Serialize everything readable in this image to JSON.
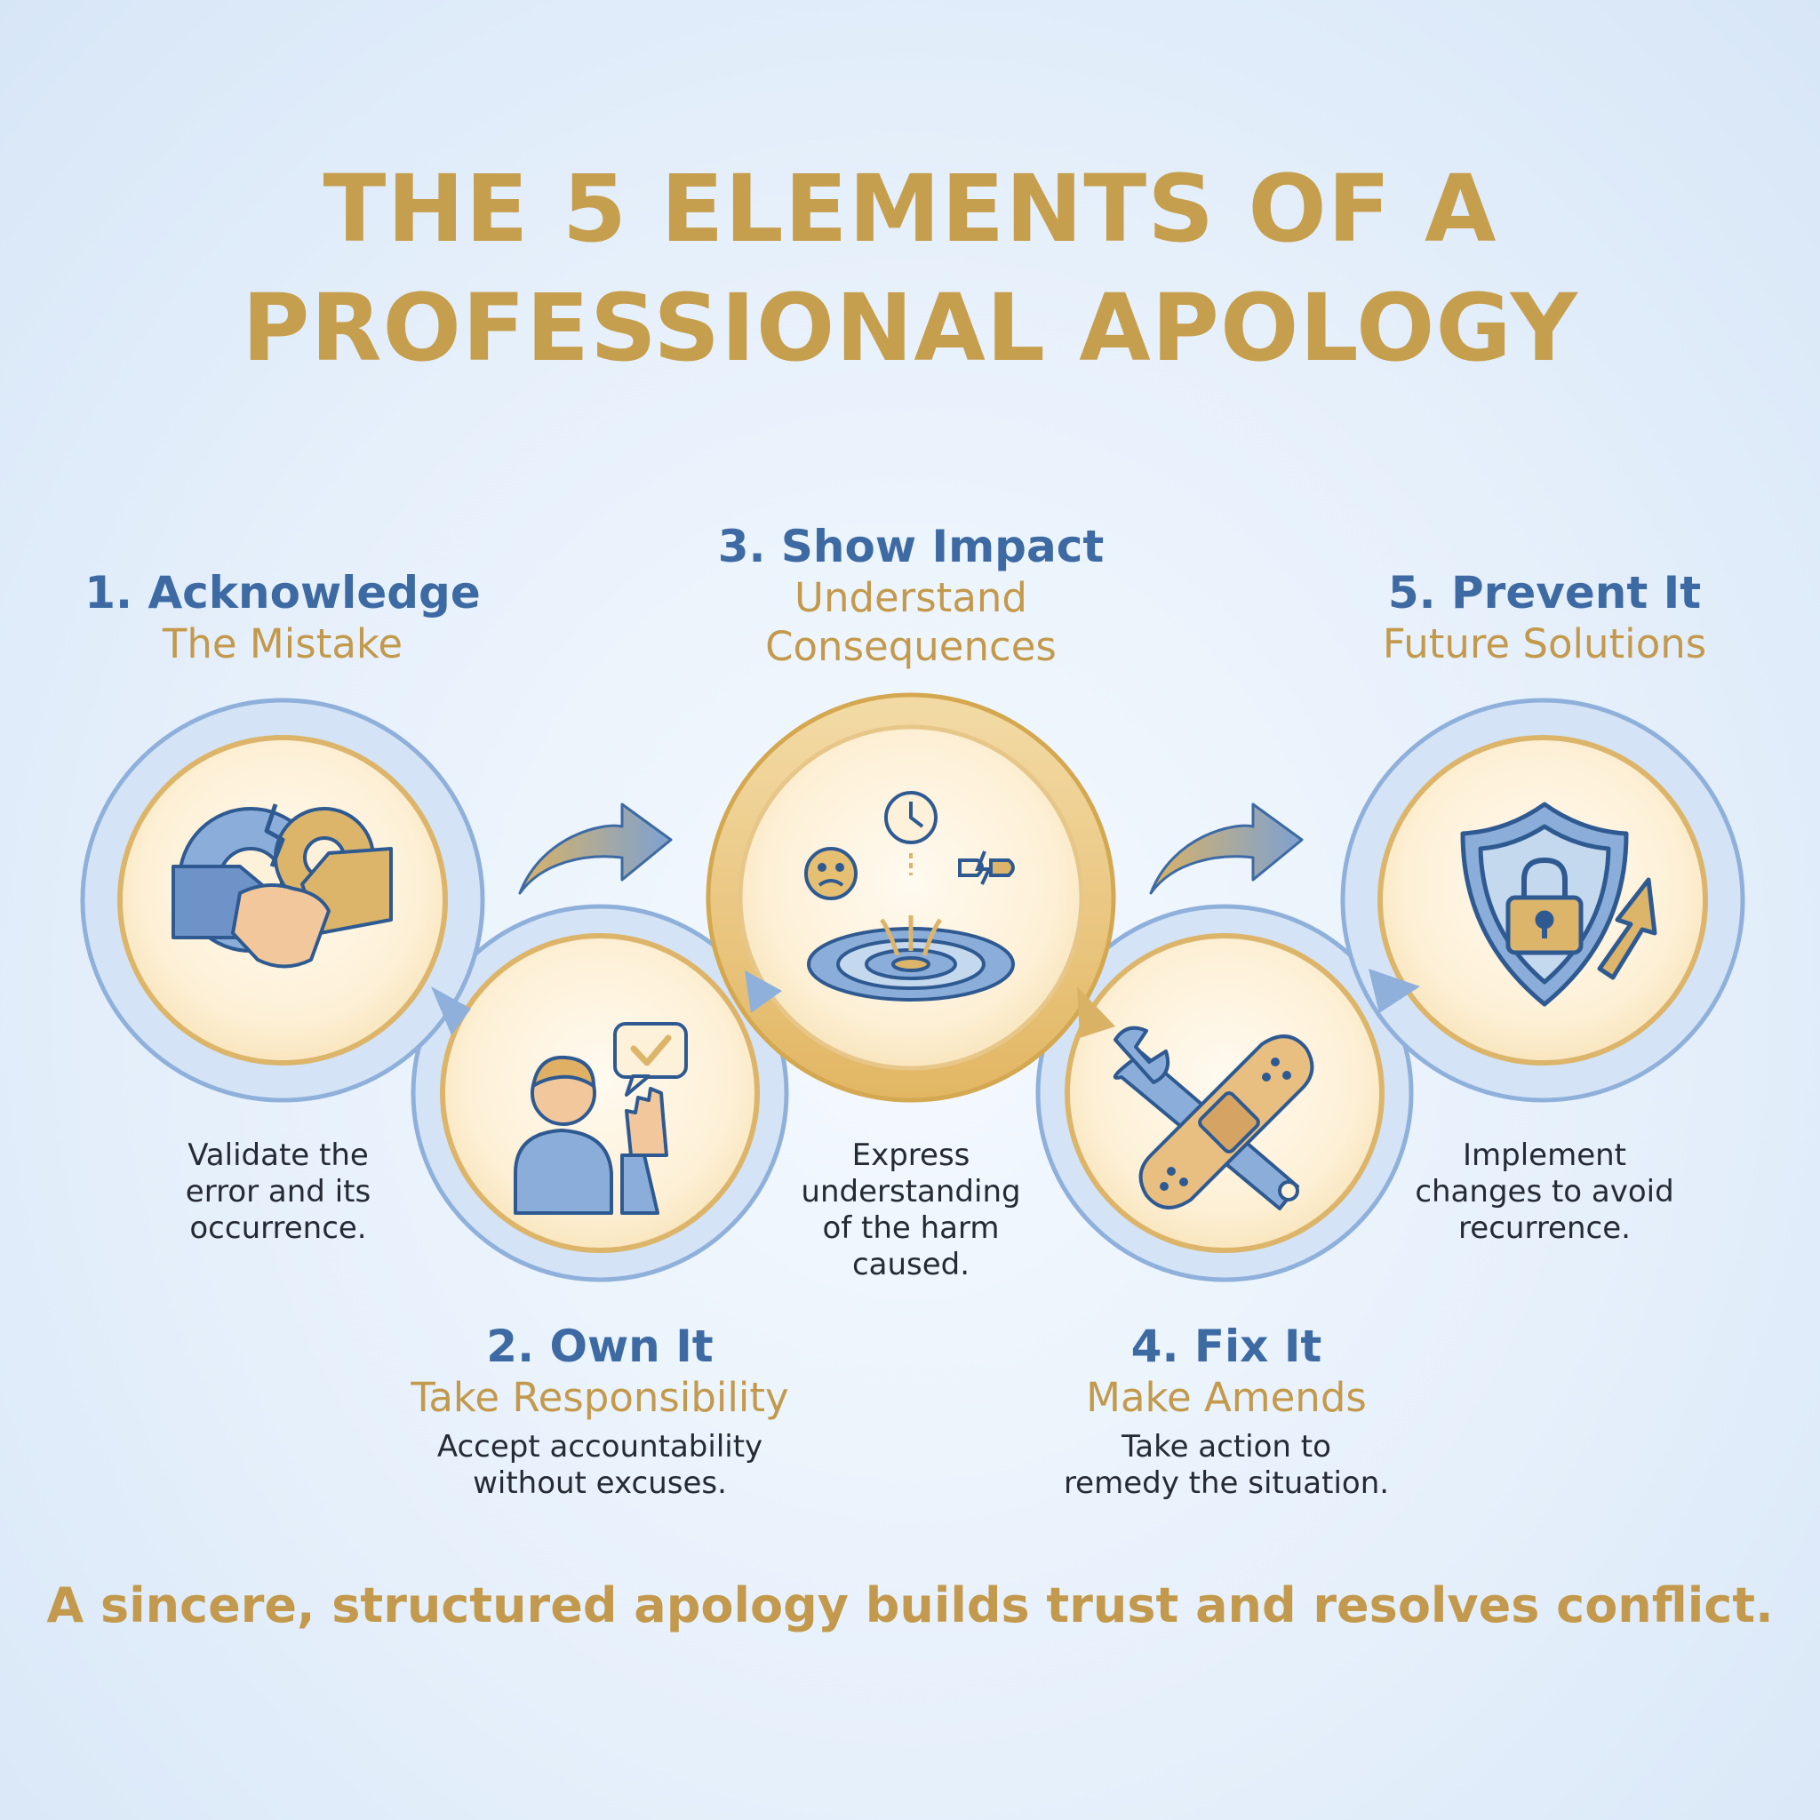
{
  "title": {
    "line1": "THE 5 ELEMENTS OF A",
    "line2": "PROFESSIONAL APOLOGY"
  },
  "steps": [
    {
      "title": "1. Acknowledge",
      "subtitle": "The Mistake",
      "description_lines": [
        "Validate the",
        "error and its",
        "occurrence."
      ],
      "icon": "handshake-gears-icon"
    },
    {
      "title": "2. Own It",
      "subtitle": "Take Responsibility",
      "description_lines": [
        "Accept accountability",
        "without excuses."
      ],
      "icon": "person-raised-hand-icon"
    },
    {
      "title": "3. Show Impact",
      "subtitle_lines": [
        "Understand",
        "Consequences"
      ],
      "description_lines": [
        "Express",
        "understanding",
        "of the harm",
        "caused."
      ],
      "icon": "ripple-impact-icon"
    },
    {
      "title": "4. Fix It",
      "subtitle": "Make Amends",
      "description_lines": [
        "Take action to",
        "remedy the situation."
      ],
      "icon": "wrench-bandage-icon"
    },
    {
      "title": "5. Prevent It",
      "subtitle": "Future Solutions",
      "description_lines": [
        "Implement",
        "changes to avoid",
        "recurrence."
      ],
      "icon": "shield-lock-icon"
    }
  ],
  "tagline": "A sincere, structured apology builds trust and resolves conflict.",
  "colors": {
    "gold": "#c69f4e",
    "blue": "#3d6aa3",
    "ring_blue": "#9dbde2",
    "ring_gold": "#e6c27a",
    "cream": "#fdf1da"
  }
}
